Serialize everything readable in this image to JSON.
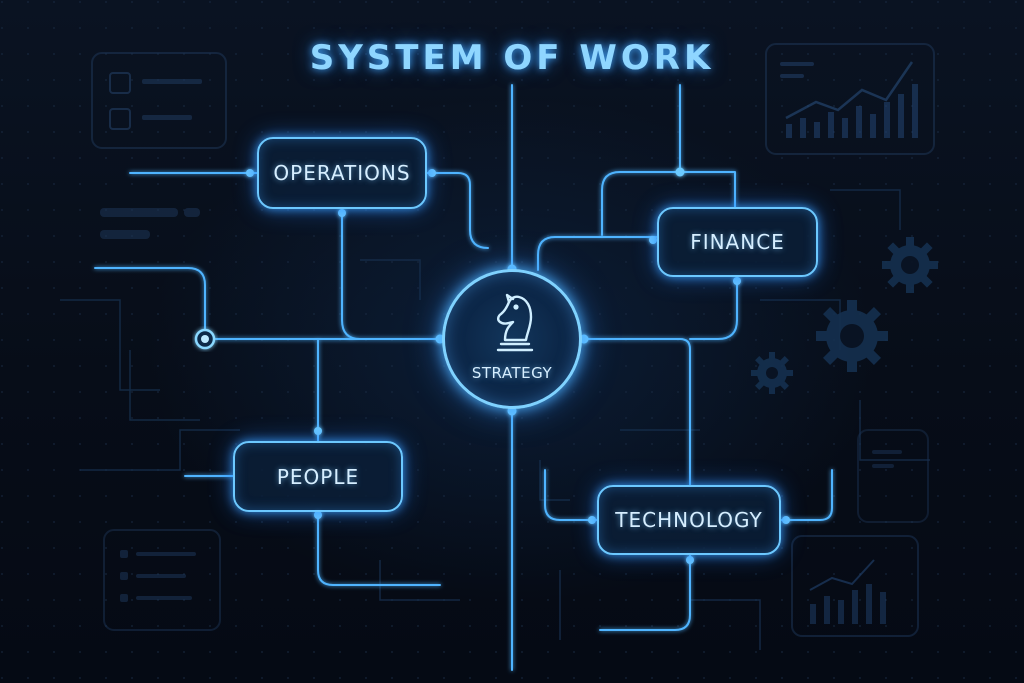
{
  "title": "SYSTEM OF WORK",
  "hub": {
    "label": "STRATEGY",
    "icon": "chess-knight-icon"
  },
  "nodes": {
    "operations": "OPERATIONS",
    "finance": "FINANCE",
    "people": "PEOPLE",
    "technology": "TECHNOLOGY"
  },
  "decorations": {
    "icons": [
      "checklist-icon",
      "line-chart-icon",
      "gear-icon",
      "bar-chart-icon"
    ]
  },
  "colors": {
    "background": "#070d18",
    "glow": "#6cc8ff",
    "text": "#d6eeff",
    "title": "#8fd6ff"
  }
}
